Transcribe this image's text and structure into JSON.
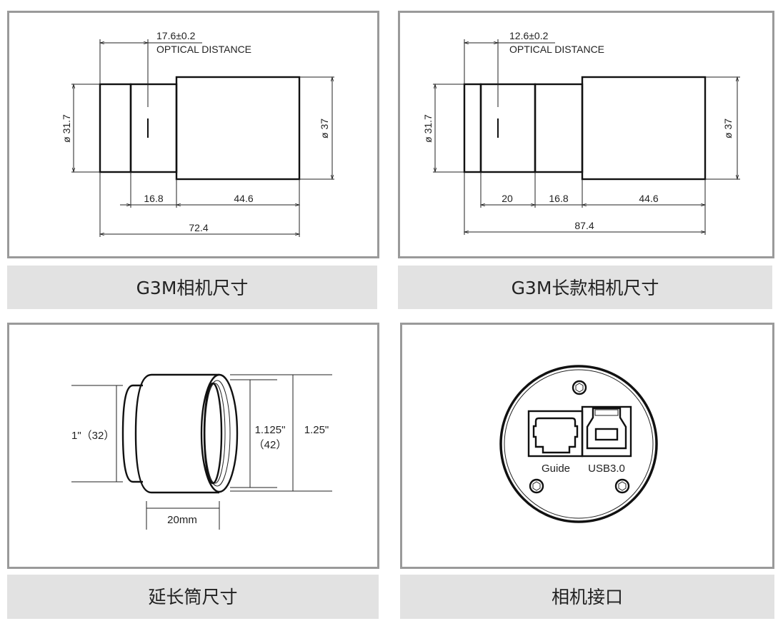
{
  "panels": [
    {
      "caption": "G3M相机尺寸",
      "optical_value": "17.6±0.2",
      "optical_label": "OPTICAL DISTANCE",
      "dia_small": "ø 31.7",
      "dia_large": "ø 37",
      "seg_a": "16.8",
      "seg_b": "44.6",
      "total": "72.4"
    },
    {
      "caption": "G3M长款相机尺寸",
      "optical_value": "12.6±0.2",
      "optical_label": "OPTICAL DISTANCE",
      "dia_small": "ø 31.7",
      "dia_large": "ø 37",
      "seg_0": "20",
      "seg_a": "16.8",
      "seg_b": "44.6",
      "total": "87.4"
    },
    {
      "caption": "延长筒尺寸",
      "dia_small": "1\"（32）",
      "dia_inner": "1.125\"",
      "dia_inner_mm": "（42）",
      "dia_outer": "1.25\"",
      "length": "20mm"
    },
    {
      "caption": "相机接口",
      "port_guide": "Guide",
      "port_usb": "USB3.0"
    }
  ]
}
